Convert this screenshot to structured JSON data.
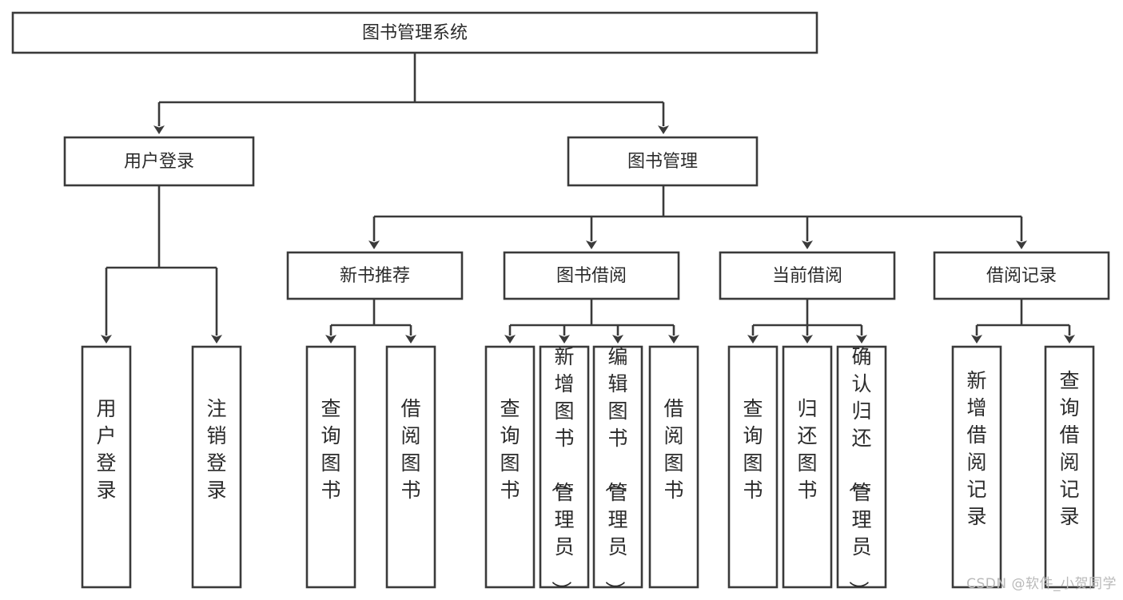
{
  "diagram": {
    "title": "图书管理系统",
    "type": "tree-hierarchy-diagram",
    "colors": {
      "box_stroke": "#3a3a3a",
      "box_fill": "#ffffff",
      "text": "#2b2b2b",
      "background": "#ffffff",
      "watermark": "#b9b9b9"
    },
    "root": {
      "label": "图书管理系统"
    },
    "level2": [
      {
        "label": "用户登录"
      },
      {
        "label": "图书管理"
      }
    ],
    "level3": [
      {
        "label": "新书推荐"
      },
      {
        "label": "图书借阅"
      },
      {
        "label": "当前借阅"
      },
      {
        "label": "借阅记录"
      }
    ],
    "leaves": {
      "user_login": [
        {
          "label": "用户登录"
        },
        {
          "label": "注销登录"
        }
      ],
      "new_book_recommend": [
        {
          "label": "查询图书"
        },
        {
          "label": "借阅图书"
        }
      ],
      "book_borrow": [
        {
          "label": "查询图书"
        },
        {
          "label": "新增图书（管理员）"
        },
        {
          "label": "编辑图书（管理员）"
        },
        {
          "label": "借阅图书"
        }
      ],
      "current_borrow": [
        {
          "label": "查询图书"
        },
        {
          "label": "归还图书"
        },
        {
          "label": "确认归还（管理员）"
        }
      ],
      "borrow_record": [
        {
          "label": "新增借阅记录"
        },
        {
          "label": "查询借阅记录"
        }
      ]
    }
  },
  "watermark": {
    "text": "CSDN @软件_小贺同学"
  }
}
